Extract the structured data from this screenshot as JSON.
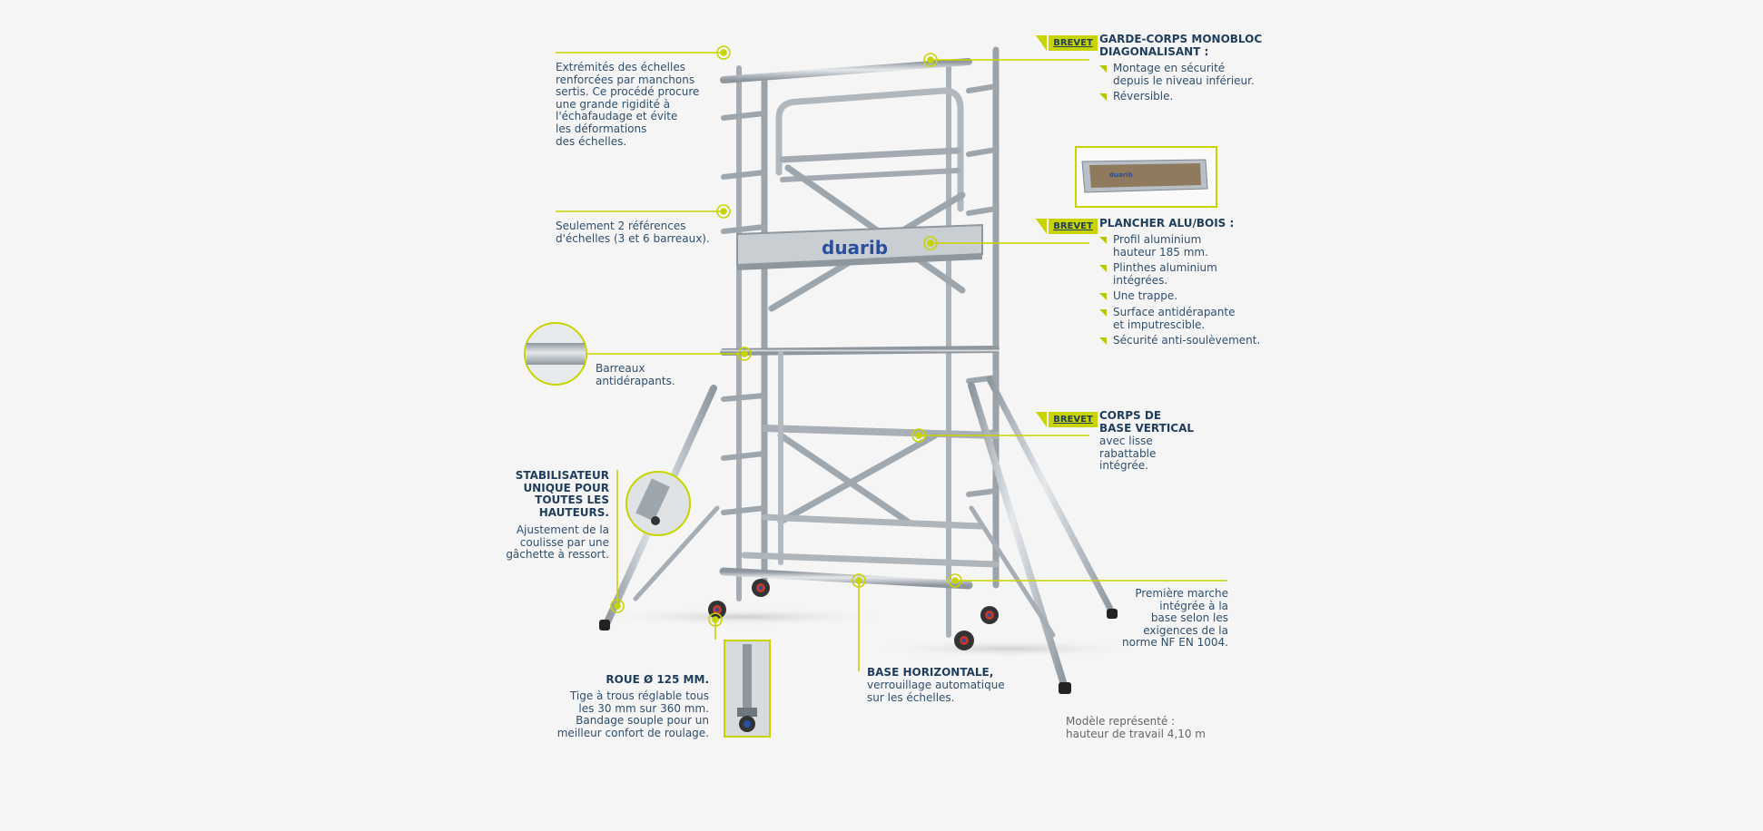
{
  "brand": "duarib",
  "colors": {
    "accent": "#c8d400",
    "text": "#2f4f6f",
    "heading": "#1f3d5c",
    "metal": "#b8bfc6"
  },
  "badge_label": "BREVET",
  "left_notes": {
    "extremites": [
      "Extrémités des échelles",
      "renforcées par manchons",
      "sertis. Ce procédé procure",
      "une grande rigidité à",
      "l'échafaudage et évite",
      "les déformations",
      "des échelles."
    ],
    "references": [
      "Seulement 2 références",
      "d'échelles (3 et 6 barreaux)."
    ],
    "barreaux": [
      "Barreaux",
      "antidérapants."
    ],
    "stabilisateur_title": [
      "STABILISATEUR",
      "UNIQUE POUR",
      "TOUTES LES",
      "HAUTEURS."
    ],
    "stabilisateur_text": [
      "Ajustement de la",
      "coulisse par une",
      "gâchette à ressort."
    ]
  },
  "right_features": {
    "garde_corps": {
      "title": [
        "GARDE-CORPS MONOBLOC",
        "DIAGONALISANT :"
      ],
      "items": [
        [
          "Montage en sécurité",
          "depuis le niveau inférieur."
        ],
        [
          "Réversible."
        ]
      ]
    },
    "plancher": {
      "title": [
        "PLANCHER ALU/BOIS :"
      ],
      "items": [
        [
          "Profil aluminium",
          "hauteur 185 mm."
        ],
        [
          "Plinthes aluminium",
          "intégrées."
        ],
        [
          "Une trappe."
        ],
        [
          "Surface antidérapante",
          "et imputrescible."
        ],
        [
          "Sécurité anti-soulèvement."
        ]
      ]
    },
    "corps_base": {
      "title": [
        "CORPS DE",
        "BASE VERTICAL"
      ],
      "text": [
        "avec lisse",
        "rabattable",
        "intégrée."
      ]
    }
  },
  "bottom_notes": {
    "roue_title": "ROUE Ø 125 MM.",
    "roue_text": [
      "Tige à trous réglable tous",
      "les 30 mm sur 360 mm.",
      "Bandage souple pour un",
      "meilleur confort de roulage."
    ],
    "base_title": "BASE HORIZONTALE,",
    "base_text": [
      "verrouillage automatique",
      "sur les échelles."
    ],
    "premiere_marche": [
      "Première marche",
      "intégrée à la",
      "base selon les",
      "exigences de la",
      "norme NF EN 1004."
    ],
    "modele": [
      "Modèle représenté :",
      "hauteur de travail 4,10 m"
    ]
  }
}
